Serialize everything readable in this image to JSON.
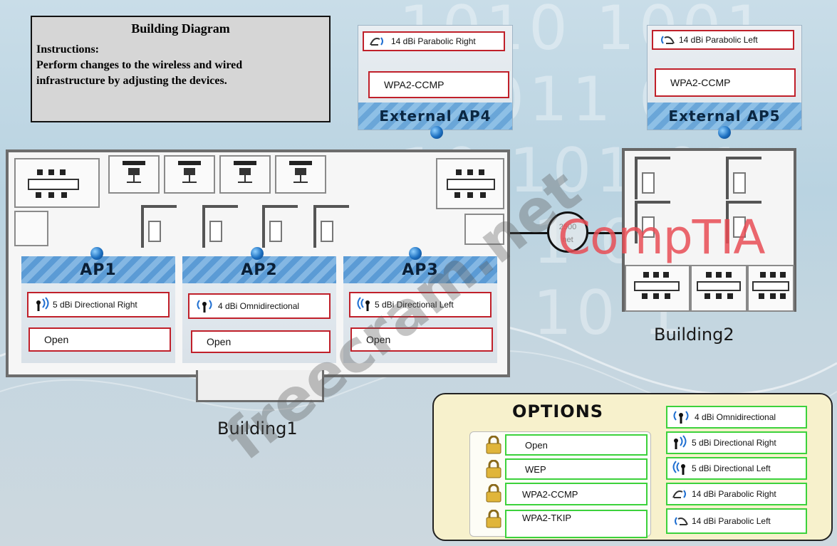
{
  "instructions": {
    "title": "Building Diagram",
    "label": "Instructions:",
    "line1": "Perform changes to the wireless and wired",
    "line2": "infrastructure by adjusting the devices."
  },
  "external_aps": [
    {
      "name": "External AP4",
      "antenna": "14 dBi Parabolic Right",
      "security": "WPA2-CCMP"
    },
    {
      "name": "External AP5",
      "antenna": "14 dBi Parabolic Left",
      "security": "WPA2-CCMP"
    }
  ],
  "aps": [
    {
      "name": "AP1",
      "antenna": "5 dBi Directional Right",
      "security": "Open"
    },
    {
      "name": "AP2",
      "antenna": "4 dBi Omnidirectional",
      "security": "Open"
    },
    {
      "name": "AP3",
      "antenna": "5 dBi Directional Left",
      "security": "Open"
    }
  ],
  "buildings": {
    "b1": "Building1",
    "b2": "Building2"
  },
  "link": {
    "text": "2500\nnet"
  },
  "watermark": "freecram.net",
  "brand": "CompTIA",
  "options": {
    "title": "OPTIONS",
    "security": [
      "Open",
      "WEP",
      "WPA2-CCMP",
      "WPA2-TKIP"
    ],
    "antennas": [
      "4 dBi Omnidirectional",
      "5 dBi Directional Right",
      "5 dBi Directional Left",
      "14 dBi Parabolic Right",
      "14 dBi Parabolic Left"
    ]
  },
  "colors": {
    "slot_border": "#c0202a",
    "option_border": "#3cd23c",
    "banner": "#5b9bd5"
  }
}
